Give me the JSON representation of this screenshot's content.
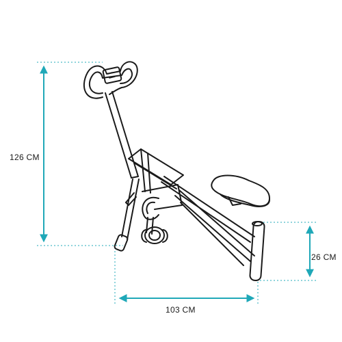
{
  "dimensions": {
    "height_label": "126 CM",
    "depth_label": "103 CM",
    "base_height_label": "26 CM"
  },
  "colors": {
    "accent": "#1fa8b8",
    "line": "#1a1a1a"
  },
  "icons": {
    "machine": "squat-exercise-machine-icon",
    "arrows": "dimension-arrow-icon"
  }
}
